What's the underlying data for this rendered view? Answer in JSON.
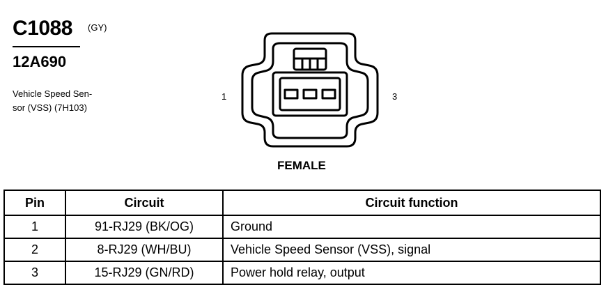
{
  "connector": {
    "id": "C1088",
    "color_code": "(GY)",
    "part_number": "12A690",
    "description_lines": [
      "Vehicle Speed Sen-",
      "sor (VSS) (7H103)"
    ],
    "pin_label_left": "1",
    "pin_label_right": "3",
    "gender": "FEMALE"
  },
  "table": {
    "headers": [
      "Pin",
      "Circuit",
      "Circuit function"
    ],
    "rows": [
      {
        "pin": "1",
        "circuit": "91-RJ29 (BK/OG)",
        "function": "Ground"
      },
      {
        "pin": "2",
        "circuit": "8-RJ29 (WH/BU)",
        "function": "Vehicle Speed Sensor (VSS), signal"
      },
      {
        "pin": "3",
        "circuit": "15-RJ29 (GN/RD)",
        "function": "Power hold relay, output"
      }
    ]
  }
}
